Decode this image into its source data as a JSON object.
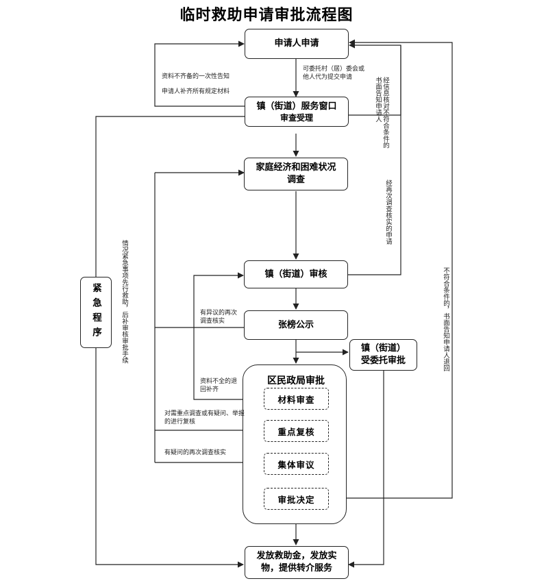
{
  "title": "临时救助申请审批流程图",
  "nodes": {
    "applicant": "申请人申请",
    "window_line1": "镇（街道）服务窗口",
    "window_line2": "审查受理",
    "survey_line1": "家庭经济和困难状况",
    "survey_line2": "调查",
    "town_review": "镇（街道）审核",
    "publicity": "张榜公示",
    "entrusted_line1": "镇（街道）",
    "entrusted_line2": "受委托审批",
    "bureau_title": "区民政局审批",
    "bureau_steps": [
      "材料审查",
      "重点复核",
      "集体审议",
      "审批决定"
    ],
    "emergency": "紧急程序",
    "payout_line1": "发放救助金，发放实",
    "payout_line2": "物，提供转介服务"
  },
  "notes": {
    "incomplete_line1": "资料不齐备的一次性告知",
    "incomplete_line2": "申请人补齐所有规定材料",
    "entrust_apply": "可委托村（居）委会或他人代为提交申请",
    "not_eligible_1": "经信息核对不符合条件的书面告知申请人",
    "not_eligible_2": "经再次调查核实的申请",
    "emergency_note": "情况紧急事项先行救助，后补审核审批手续",
    "objection": "有异议的再次调查核实",
    "return_incomplete": "资料不全的退回补齐",
    "recheck": "对需重点调查或有疑问、举报的进行复核",
    "doubt_recheck": "有疑问的再次调查核实",
    "reject_return": "不符合条件的，书面告知申请人退回"
  }
}
